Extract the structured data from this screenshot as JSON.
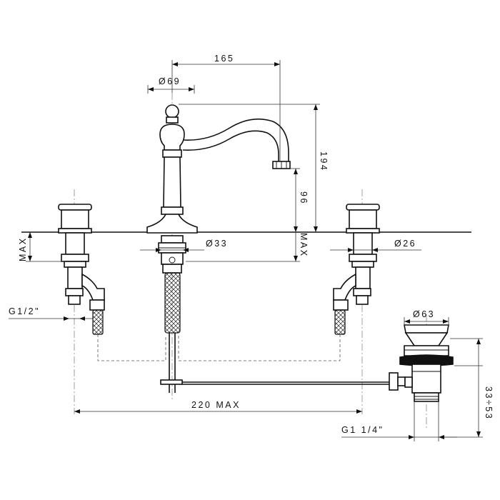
{
  "dimensions": {
    "spout_reach": "165",
    "spout_diameter": "Ø69",
    "total_height": "194",
    "spout_height": "96",
    "body_max_left": "MAX",
    "body_max_center": "MAX",
    "body_diameter": "Ø33",
    "handle_diameter": "Ø26",
    "inlet_thread": "G1/2\"",
    "drain_diameter": "Ø63",
    "drain_height": "33÷53",
    "total_width": "220 MAX",
    "drain_thread": "G1 1/4\""
  }
}
